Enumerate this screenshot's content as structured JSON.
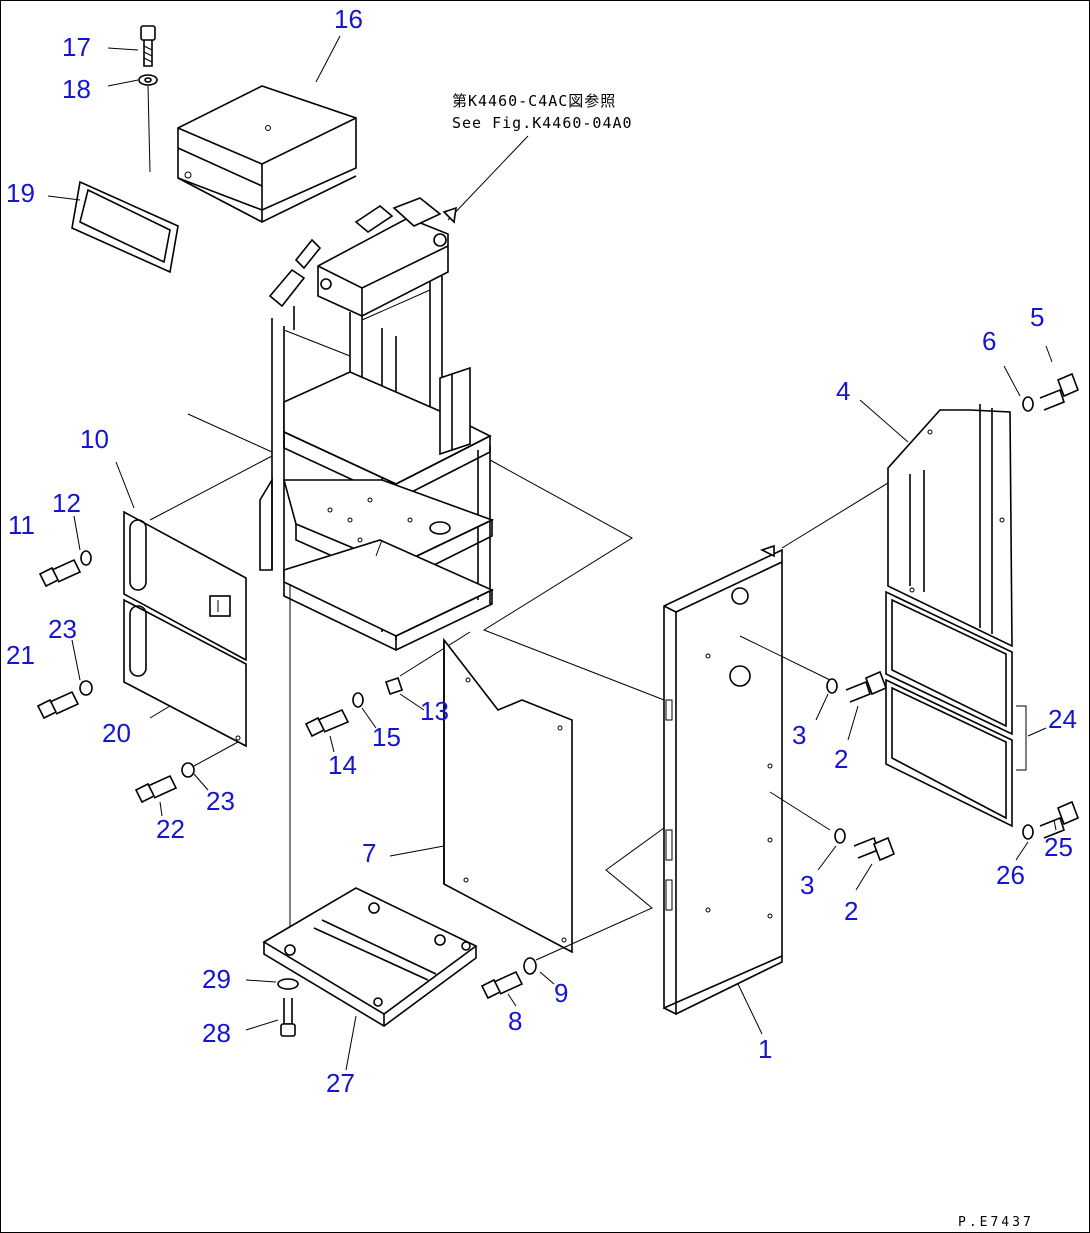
{
  "callouts": [
    {
      "id": "17",
      "text": "17"
    },
    {
      "id": "18",
      "text": "18"
    },
    {
      "id": "16",
      "text": "16"
    },
    {
      "id": "19",
      "text": "19"
    },
    {
      "id": "5",
      "text": "5"
    },
    {
      "id": "6",
      "text": "6"
    },
    {
      "id": "4",
      "text": "4"
    },
    {
      "id": "10",
      "text": "10"
    },
    {
      "id": "12",
      "text": "12"
    },
    {
      "id": "11",
      "text": "11"
    },
    {
      "id": "23a",
      "text": "23"
    },
    {
      "id": "21",
      "text": "21"
    },
    {
      "id": "20",
      "text": "20"
    },
    {
      "id": "13",
      "text": "13"
    },
    {
      "id": "15",
      "text": "15"
    },
    {
      "id": "14",
      "text": "14"
    },
    {
      "id": "3a",
      "text": "3"
    },
    {
      "id": "2a",
      "text": "2"
    },
    {
      "id": "24",
      "text": "24"
    },
    {
      "id": "22",
      "text": "22"
    },
    {
      "id": "23b",
      "text": "23"
    },
    {
      "id": "7",
      "text": "7"
    },
    {
      "id": "3b",
      "text": "3"
    },
    {
      "id": "2b",
      "text": "2"
    },
    {
      "id": "26",
      "text": "26"
    },
    {
      "id": "25",
      "text": "25"
    },
    {
      "id": "29",
      "text": "29"
    },
    {
      "id": "9",
      "text": "9"
    },
    {
      "id": "8",
      "text": "8"
    },
    {
      "id": "1",
      "text": "1"
    },
    {
      "id": "28",
      "text": "28"
    },
    {
      "id": "27",
      "text": "27"
    }
  ],
  "reference_note": {
    "line1": "第K4460-C4AC図参照",
    "line2": "See Fig.K4460-04A0"
  },
  "drawing_code": "P.E7437"
}
